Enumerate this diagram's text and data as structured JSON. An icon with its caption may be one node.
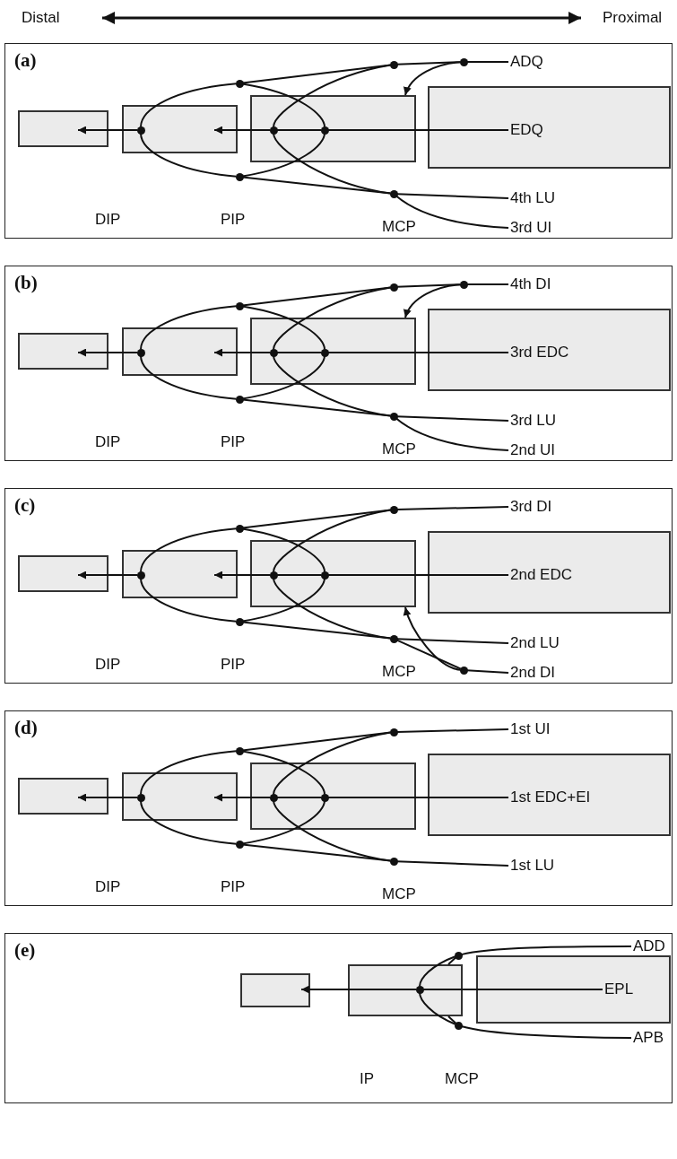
{
  "diagram": {
    "nodes": [
      {
        "text": [
          "(a)"
        ]
      },
      {
        "text": [],
        "shape": "box",
        "in": 0
      },
      {
        "text": [],
        "shape": "box",
        "in": 0
      },
      {
        "text": [],
        "shape": "box",
        "in": 0
      },
      {
        "text": [],
        "shape": "box",
        "in": 0
      },
      {
        "text": [
          "ADQ"
        ],
        "in": 0
      },
      {
        "text": [
          "EDQ"
        ],
        "in": 4
      },
      {
        "text": [
          "4th LU"
        ],
        "in": 0
      },
      {
        "text": [
          "3rd UI"
        ],
        "in": 0
      },
      {
        "text": [],
        "shape": "circle",
        "in": 2
      },
      {
        "text": [],
        "shape": "circle",
        "in": 3
      },
      {
        "text": [],
        "shape": "circle",
        "in": 3
      },
      {
        "text": [],
        "shape": "circle",
        "in": 0
      },
      {
        "text": [],
        "shape": "circle",
        "in": 0
      },
      {
        "text": [],
        "shape": "circle",
        "in": 0
      },
      {
        "text": [],
        "shape": "circle",
        "in": 0
      },
      {
        "text": [],
        "shape": "circle",
        "in": 0
      },
      {
        "text": [
          "(b)"
        ]
      },
      {
        "text": [],
        "shape": "box",
        "in": 17
      },
      {
        "text": [],
        "shape": "box",
        "in": 17
      },
      {
        "text": [],
        "shape": "box",
        "in": 17
      },
      {
        "text": [],
        "shape": "box",
        "in": 17
      },
      {
        "text": [
          "4th DI"
        ],
        "in": 17
      },
      {
        "text": [
          "3rd EDC"
        ],
        "in": 21
      },
      {
        "text": [
          "3rd LU"
        ],
        "in": 17
      },
      {
        "text": [
          "2nd UI"
        ],
        "in": 17
      },
      {
        "text": [],
        "shape": "circle",
        "in": 19
      },
      {
        "text": [],
        "shape": "circle",
        "in": 20
      },
      {
        "text": [],
        "shape": "circle",
        "in": 20
      },
      {
        "text": [],
        "shape": "circle",
        "in": 17
      },
      {
        "text": [],
        "shape": "circle",
        "in": 17
      },
      {
        "text": [],
        "shape": "circle",
        "in": 17
      },
      {
        "text": [],
        "shape": "circle",
        "in": 17
      },
      {
        "text": [],
        "shape": "circle",
        "in": 17
      },
      {
        "text": [
          "(c)"
        ]
      },
      {
        "text": [],
        "shape": "box",
        "in": 34
      },
      {
        "text": [],
        "shape": "box",
        "in": 34
      },
      {
        "text": [],
        "shape": "box",
        "in": 34
      },
      {
        "text": [],
        "shape": "box",
        "in": 34
      },
      {
        "text": [
          "3rd DI"
        ],
        "in": 34
      },
      {
        "text": [
          "2nd EDC"
        ],
        "in": 38
      },
      {
        "text": [
          "2nd LU"
        ],
        "in": 34
      },
      {
        "text": [
          "2nd DI"
        ],
        "in": 34
      },
      {
        "text": [],
        "shape": "circle",
        "in": 36
      },
      {
        "text": [],
        "shape": "circle",
        "in": 37
      },
      {
        "text": [],
        "shape": "circle",
        "in": 37
      },
      {
        "text": [],
        "shape": "circle",
        "in": 34
      },
      {
        "text": [],
        "shape": "circle",
        "in": 34
      },
      {
        "text": [],
        "shape": "circle",
        "in": 34
      },
      {
        "text": [],
        "shape": "circle",
        "in": 34
      },
      {
        "text": [],
        "shape": "circle",
        "in": 34
      },
      {
        "text": [
          "(d)"
        ]
      },
      {
        "text": [],
        "shape": "box",
        "in": 51
      },
      {
        "text": [],
        "shape": "box",
        "in": 51
      },
      {
        "text": [],
        "shape": "box",
        "in": 51
      },
      {
        "text": [],
        "shape": "box",
        "in": 51
      },
      {
        "text": [
          "1st UI"
        ],
        "in": 51
      },
      {
        "text": [
          "1st EDC+EI"
        ],
        "in": 55
      },
      {
        "text": [
          "1st LU"
        ],
        "in": 51
      },
      {
        "text": [],
        "shape": "circle",
        "in": 53
      },
      {
        "text": [],
        "shape": "circle",
        "in": 54
      },
      {
        "text": [],
        "shape": "circle",
        "in": 54
      },
      {
        "text": [],
        "shape": "circle",
        "in": 51
      },
      {
        "text": [],
        "shape": "circle",
        "in": 51
      },
      {
        "text": [],
        "shape": "circle",
        "in": 51
      },
      {
        "text": [],
        "shape": "circle",
        "in": 51
      },
      {
        "text": [
          "(e)"
        ]
      },
      {
        "text": [],
        "shape": "box",
        "in": 66
      },
      {
        "text": [],
        "shape": "box",
        "in": 66
      },
      {
        "text": [],
        "shape": "box",
        "in": 66
      },
      {
        "text": [
          "ADD"
        ],
        "in": 66
      },
      {
        "text": [
          "EPL"
        ],
        "in": 69
      },
      {
        "text": [
          "APB"
        ],
        "in": 66
      },
      {
        "text": [],
        "shape": "circle",
        "in": 66
      },
      {
        "text": [],
        "shape": "circle",
        "in": 68
      },
      {
        "text": [],
        "shape": "circle",
        "in": 66
      }
    ],
    "edges": [
      {
        "from": 6,
        "to": 11,
        "arrow": "none"
      },
      {
        "from": 11,
        "to": 10,
        "arrow": "none"
      },
      {
        "from": 10,
        "to": 2,
        "arrow": "to"
      },
      {
        "from": 9,
        "to": 1,
        "arrow": "to"
      },
      {
        "from": 12,
        "to": 9,
        "arrow": "none"
      },
      {
        "from": 14,
        "to": 9,
        "arrow": "none"
      },
      {
        "from": 12,
        "to": 13,
        "arrow": "none"
      },
      {
        "from": 14,
        "to": 15,
        "arrow": "none"
      },
      {
        "from": 12,
        "to": 11,
        "arrow": "none"
      },
      {
        "from": 11,
        "to": 14,
        "arrow": "none"
      },
      {
        "from": 13,
        "to": 10,
        "arrow": "none"
      },
      {
        "from": 10,
        "to": 15,
        "arrow": "none"
      },
      {
        "from": 5,
        "to": 16,
        "arrow": "none"
      },
      {
        "from": 16,
        "to": 13,
        "arrow": "none"
      },
      {
        "from": 16,
        "to": 3,
        "arrow": "to"
      },
      {
        "from": 7,
        "to": 15,
        "arrow": "none"
      },
      {
        "from": 8,
        "to": 15,
        "arrow": "none"
      },
      {
        "from": 23,
        "to": 28,
        "arrow": "none"
      },
      {
        "from": 28,
        "to": 27,
        "arrow": "none"
      },
      {
        "from": 27,
        "to": 19,
        "arrow": "to"
      },
      {
        "from": 26,
        "to": 18,
        "arrow": "to"
      },
      {
        "from": 29,
        "to": 26,
        "arrow": "none"
      },
      {
        "from": 31,
        "to": 26,
        "arrow": "none"
      },
      {
        "from": 29,
        "to": 30,
        "arrow": "none"
      },
      {
        "from": 31,
        "to": 32,
        "arrow": "none"
      },
      {
        "from": 29,
        "to": 28,
        "arrow": "none"
      },
      {
        "from": 28,
        "to": 31,
        "arrow": "none"
      },
      {
        "from": 30,
        "to": 27,
        "arrow": "none"
      },
      {
        "from": 27,
        "to": 32,
        "arrow": "none"
      },
      {
        "from": 22,
        "to": 33,
        "arrow": "none"
      },
      {
        "from": 33,
        "to": 30,
        "arrow": "none"
      },
      {
        "from": 33,
        "to": 20,
        "arrow": "to"
      },
      {
        "from": 24,
        "to": 32,
        "arrow": "none"
      },
      {
        "from": 25,
        "to": 32,
        "arrow": "none"
      },
      {
        "from": 40,
        "to": 45,
        "arrow": "none"
      },
      {
        "from": 45,
        "to": 44,
        "arrow": "none"
      },
      {
        "from": 44,
        "to": 36,
        "arrow": "to"
      },
      {
        "from": 43,
        "to": 35,
        "arrow": "to"
      },
      {
        "from": 46,
        "to": 43,
        "arrow": "none"
      },
      {
        "from": 48,
        "to": 43,
        "arrow": "none"
      },
      {
        "from": 46,
        "to": 47,
        "arrow": "none"
      },
      {
        "from": 48,
        "to": 49,
        "arrow": "none"
      },
      {
        "from": 46,
        "to": 45,
        "arrow": "none"
      },
      {
        "from": 45,
        "to": 48,
        "arrow": "none"
      },
      {
        "from": 47,
        "to": 44,
        "arrow": "none"
      },
      {
        "from": 44,
        "to": 49,
        "arrow": "none"
      },
      {
        "from": 39,
        "to": 47,
        "arrow": "none"
      },
      {
        "from": 41,
        "to": 49,
        "arrow": "none"
      },
      {
        "from": 42,
        "to": 50,
        "arrow": "none"
      },
      {
        "from": 50,
        "to": 49,
        "arrow": "none"
      },
      {
        "from": 50,
        "to": 37,
        "arrow": "to"
      },
      {
        "from": 57,
        "to": 61,
        "arrow": "none"
      },
      {
        "from": 61,
        "to": 60,
        "arrow": "none"
      },
      {
        "from": 60,
        "to": 53,
        "arrow": "to"
      },
      {
        "from": 59,
        "to": 52,
        "arrow": "to"
      },
      {
        "from": 62,
        "to": 59,
        "arrow": "none"
      },
      {
        "from": 64,
        "to": 59,
        "arrow": "none"
      },
      {
        "from": 62,
        "to": 63,
        "arrow": "none"
      },
      {
        "from": 64,
        "to": 65,
        "arrow": "none"
      },
      {
        "from": 62,
        "to": 61,
        "arrow": "none"
      },
      {
        "from": 61,
        "to": 64,
        "arrow": "none"
      },
      {
        "from": 63,
        "to": 60,
        "arrow": "none"
      },
      {
        "from": 60,
        "to": 65,
        "arrow": "none"
      },
      {
        "from": 56,
        "to": 63,
        "arrow": "none"
      },
      {
        "from": 58,
        "to": 65,
        "arrow": "none"
      },
      {
        "from": 71,
        "to": 74,
        "arrow": "none"
      },
      {
        "from": 74,
        "to": 67,
        "arrow": "to"
      },
      {
        "from": 70,
        "to": 73,
        "arrow": "none"
      },
      {
        "from": 73,
        "to": 68,
        "arrow": "none"
      },
      {
        "from": 73,
        "to": 74,
        "arrow": "none"
      },
      {
        "from": 74,
        "to": 75,
        "arrow": "none"
      },
      {
        "from": 72,
        "to": 75,
        "arrow": "none"
      },
      {
        "from": 75,
        "to": 68,
        "arrow": "none"
      }
    ],
    "labels": [
      "Distal",
      "Proximal",
      "DIP",
      "PIP",
      "MCP",
      "DIP",
      "PIP",
      "MCP",
      "DIP",
      "PIP",
      "MCP",
      "DIP",
      "PIP",
      "MCP",
      "IP",
      "MCP"
    ]
  }
}
